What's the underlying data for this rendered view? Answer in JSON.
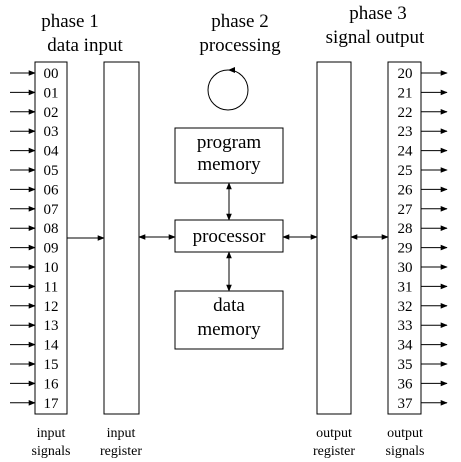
{
  "phases": [
    {
      "line1": "phase 1",
      "line2": "data input"
    },
    {
      "line1": "phase 2",
      "line2": "processing"
    },
    {
      "line1": "phase 3",
      "line2": "signal output"
    }
  ],
  "input_signals": [
    "00",
    "01",
    "02",
    "03",
    "04",
    "05",
    "06",
    "07",
    "08",
    "09",
    "10",
    "11",
    "12",
    "13",
    "14",
    "15",
    "16",
    "17"
  ],
  "output_signals": [
    "20",
    "21",
    "22",
    "23",
    "24",
    "25",
    "26",
    "27",
    "28",
    "29",
    "30",
    "31",
    "32",
    "33",
    "34",
    "35",
    "36",
    "37"
  ],
  "boxes": {
    "program_memory": {
      "line1": "program",
      "line2": "memory"
    },
    "processor": {
      "label": "processor"
    },
    "data_memory": {
      "line1": "data",
      "line2": "memory"
    }
  },
  "bottom_labels": {
    "input_signals": {
      "line1": "input",
      "line2": "signals"
    },
    "input_register": {
      "line1": "input",
      "line2": "register"
    },
    "output_register": {
      "line1": "output",
      "line2": "register"
    },
    "output_signals": {
      "line1": "output",
      "line2": "signals"
    }
  },
  "icons": {
    "cycle": "circular-arrow-icon",
    "arrow": "arrow-right-icon",
    "double_arrow": "double-arrow-icon"
  }
}
